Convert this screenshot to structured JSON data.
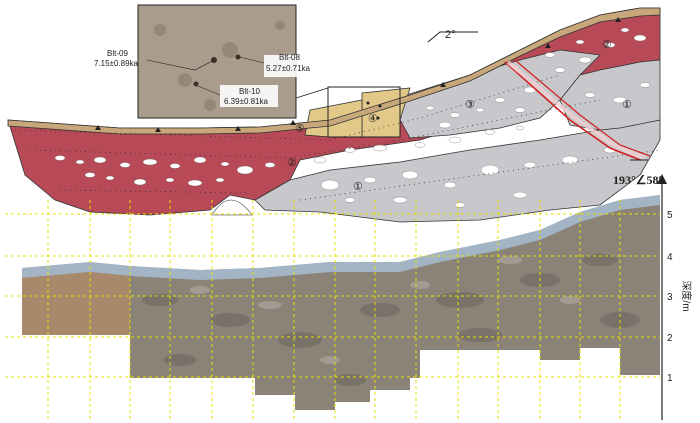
{
  "inset": {
    "samples": [
      {
        "id": "Blt-09",
        "age": "7.15±0.89ka"
      },
      {
        "id": "Blt-08",
        "age": "5.27±0.71ka"
      },
      {
        "id": "Blt-10",
        "age": "6.39±0.81ka"
      }
    ]
  },
  "section": {
    "dip_label": "2°",
    "fault_attitude": "193°∠58°",
    "layer_markers": [
      "①",
      "②",
      "③",
      "④",
      "⑤",
      "②",
      "①"
    ]
  },
  "photo_panel": {
    "depth_axis_label": "深度/m",
    "depth_ticks": [
      "5",
      "4",
      "3",
      "2",
      "1"
    ]
  },
  "colors": {
    "red_layer": "#b84a57",
    "gray_layer": "#c8c8cc",
    "yellow_layer": "#e2c98a",
    "grid_line": "#e6e000",
    "fault_line": "#d42020",
    "soil_cap": "#c8a77a"
  }
}
